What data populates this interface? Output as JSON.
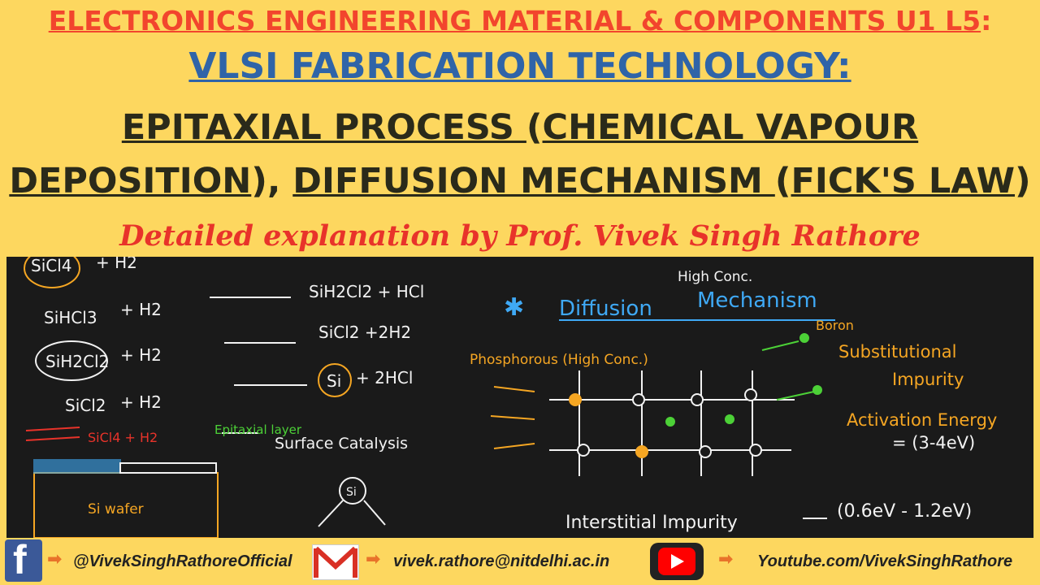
{
  "header": {
    "line1": "ELECTRONICS ENGINEERING MATERIAL & COMPONENTS U1 L5",
    "line1_colon": ":",
    "line2": "VLSI FABRICATION TECHNOLOGY:",
    "line3_a": "EPITAXIAL PROCESS ",
    "line3_b": "(",
    "line3_c": "CHEMICAL VAPOUR",
    "line4_a": "DEPOSITION",
    "line4_b": "), ",
    "line4_c": "DIFFUSION MECHANISM ",
    "line4_d": "(",
    "line4_e": "FICK'S LAW",
    "line4_f": ")",
    "subtitle": "Detailed explanation by Prof. Vivek Singh Rathore"
  },
  "board": {
    "reactions_left": [
      "SiCl4",
      "+ H2",
      "SiHCl3",
      "+ H2",
      "SiH2Cl2",
      "+ H2",
      "SiCl2",
      "+ H2"
    ],
    "reactions_right": [
      "SiH2Cl2 + HCl",
      "SiCl2 +2H2",
      "Si",
      "+ 2HCl"
    ],
    "flow_label": "SiCl4 + H2",
    "epitaxial_label": "Epitaxial layer",
    "wafer_label": "Si wafer",
    "surface_label": "Surface Catalysis",
    "si_node": "Si",
    "high_conc": "High Conc.",
    "diffusion_title_a": "Diffusion",
    "diffusion_title_b": "Mechanism",
    "boron": "Boron",
    "phosphorus": "Phosphorous (High Conc.)",
    "substitutional_a": "Substitutional",
    "substitutional_b": "Impurity",
    "activation": "Activation Energy",
    "activation_value": "= (3-4eV)",
    "interstitial": "Interstitial Impurity",
    "interstitial_value": "(0.6eV - 1.2eV)",
    "colors": {
      "chalk": "#F2F2F2",
      "orange": "#F5A623",
      "blue": "#3FA9F5",
      "green": "#4CD137",
      "red": "#E8332A"
    }
  },
  "footer": {
    "facebook_icon": "facebook-icon",
    "facebook": "@VivekSinghRathoreOfficial",
    "email": "vivek.rathore@nitdelhi.ac.in",
    "youtube": "Youtube.com/VivekSinghRathore"
  }
}
